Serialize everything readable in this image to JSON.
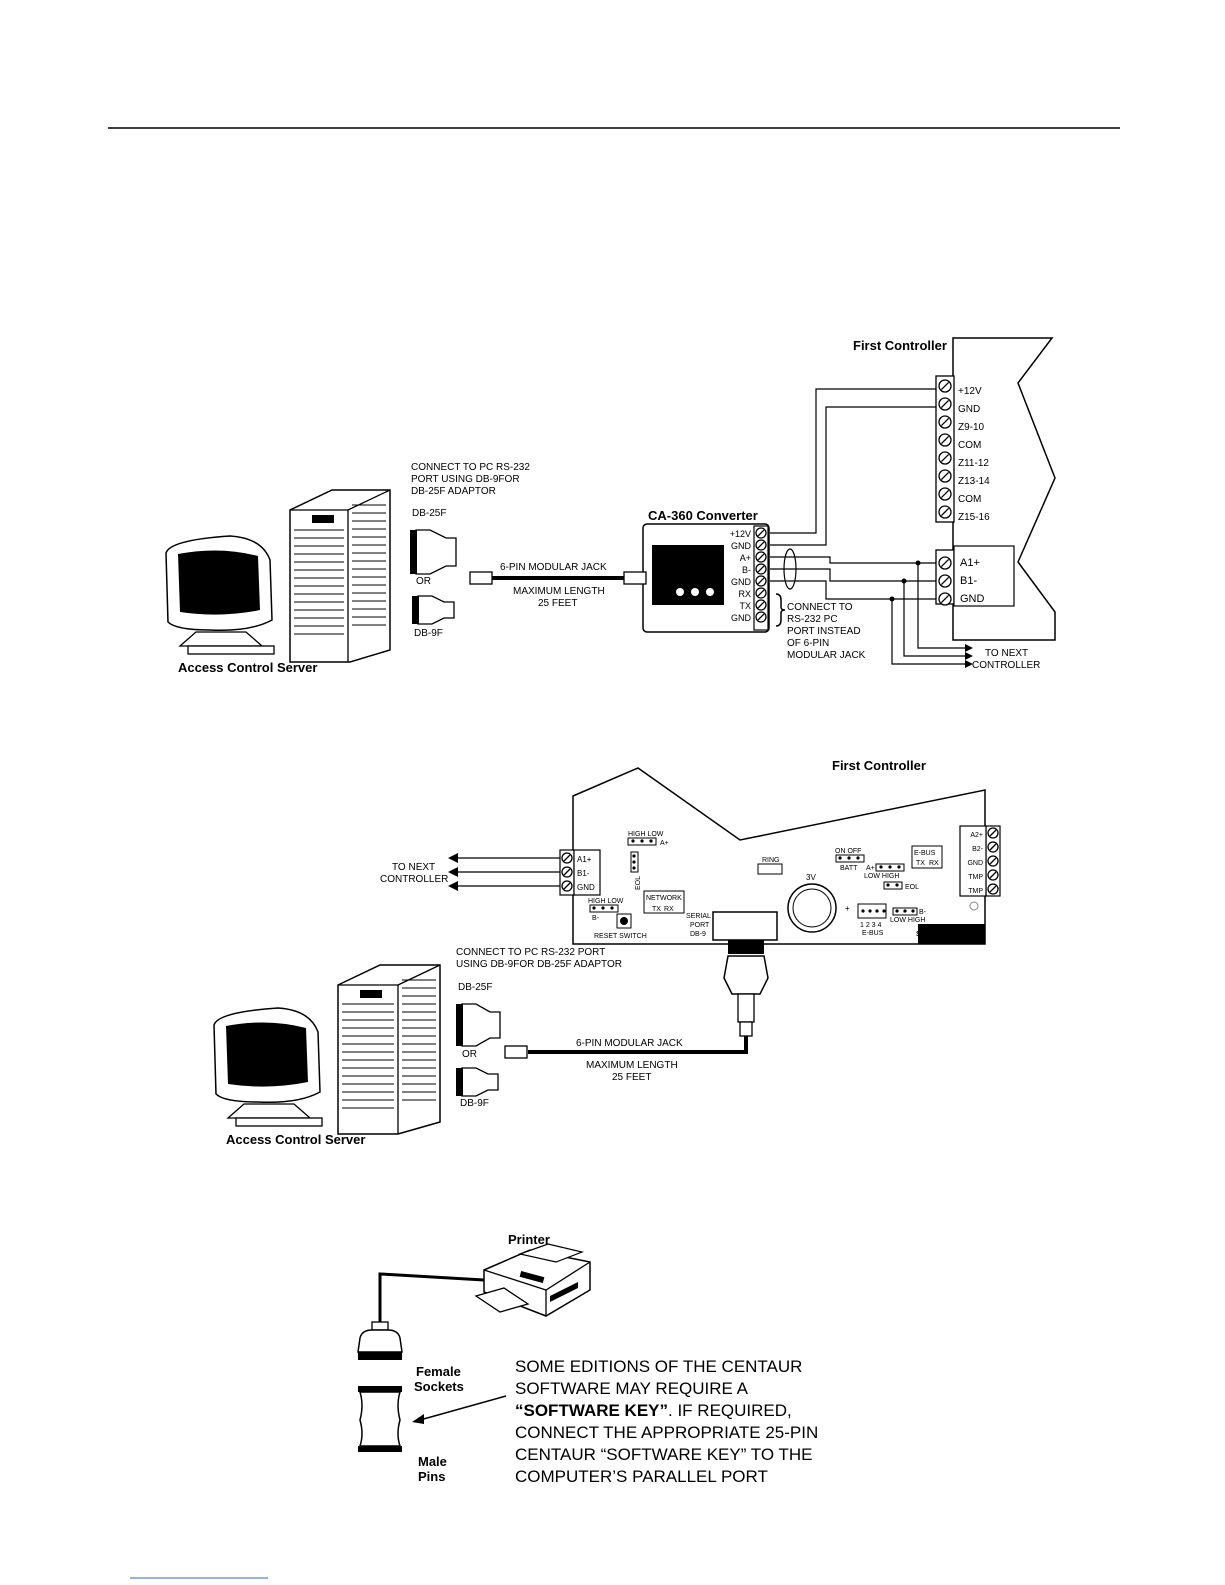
{
  "diagram1": {
    "first_controller": "First Controller",
    "controller_terminals": [
      "+12V",
      "GND",
      "Z9-10",
      "COM",
      "Z11-12",
      "Z13-14",
      "COM",
      "Z15-16"
    ],
    "bus_terminals": [
      "A1+",
      "B1-",
      "GND"
    ],
    "converter_title": "CA-360 Converter",
    "converter_terminals": [
      "+12V",
      "GND",
      "A+",
      "B-",
      "GND",
      "RX",
      "TX",
      "GND"
    ],
    "connect_pc": [
      "CONNECT  TO  PC  RS-232",
      "PORT  USING  DB-9FOR",
      "DB-25F  ADAPTOR"
    ],
    "db25": "DB-25F",
    "or": "OR",
    "db9": "DB-9F",
    "jack": "6-PIN  MODULAR  JACK",
    "max_length": [
      "MAXIMUM  LENGTH",
      "25  FEET"
    ],
    "connect_rs232": [
      "CONNECT TO",
      "RS-232 PC",
      "PORT INSTEAD",
      "OF 6-PIN",
      "MODULAR JACK"
    ],
    "to_next": [
      "TO NEXT",
      "CONTROLLER"
    ],
    "server": "Access Control Server"
  },
  "diagram2": {
    "first_controller": "First Controller",
    "to_next": [
      "TO NEXT",
      "CONTROLLER"
    ],
    "bus_terminals": [
      "A1+",
      "B1-",
      "GND"
    ],
    "right_terminals": [
      "A2+",
      "B2-",
      "GND",
      "TMP",
      "TMP"
    ],
    "high_low": "HIGH  LOW",
    "a_plus": "A+",
    "b_minus": "B-",
    "eol": "EOL",
    "network": "NETWORK",
    "tx": "TX",
    "rx": "RX",
    "reset_switch": "RESET  SWITCH",
    "serial_port": [
      "SERIAL",
      "PORT",
      "DB-9"
    ],
    "ring": "RING",
    "battery": "3V",
    "plus": "+",
    "on_off": "ON  OFF",
    "batt": "BATT",
    "a_plus_small": "A+",
    "low_high": "LOW  HIGH",
    "eol2": "EOL",
    "ebus": "E-BUS",
    "ebus_pins": "1 2 3 4",
    "ebus2": "E-BUS",
    "b_minus2": "B-",
    "low_high2": "LOW  HIGH",
    "sn": "S/N",
    "connect_pc": [
      "CONNECT  TO  PC  RS-232  PORT",
      "USING  DB-9FOR  DB-25F  ADAPTOR"
    ],
    "db25": "DB-25F",
    "or": "OR",
    "db9": "DB-9F",
    "jack": "6-PIN  MODULAR  JACK",
    "max_length": [
      "MAXIMUM  LENGTH",
      "25  FEET"
    ],
    "server": "Access Control Server"
  },
  "diagram3": {
    "printer": "Printer",
    "female": [
      "Female",
      "Sockets"
    ],
    "male": [
      "Male",
      "Pins"
    ],
    "note_lines": [
      "SOME  EDITIONS  OF  THE  CENTAUR",
      "SOFTWARE  MAY  REQUIRE  A"
    ],
    "note_bold": "“SOFTWARE  KEY”",
    "note_rest": ".  IF  REQUIRED,",
    "note_lines2": [
      "CONNECT  THE  APPROPRIATE  25-PIN",
      "CENTAUR  “SOFTWARE  KEY”  TO  THE",
      "COMPUTER’S  PARALLEL  PORT"
    ]
  }
}
